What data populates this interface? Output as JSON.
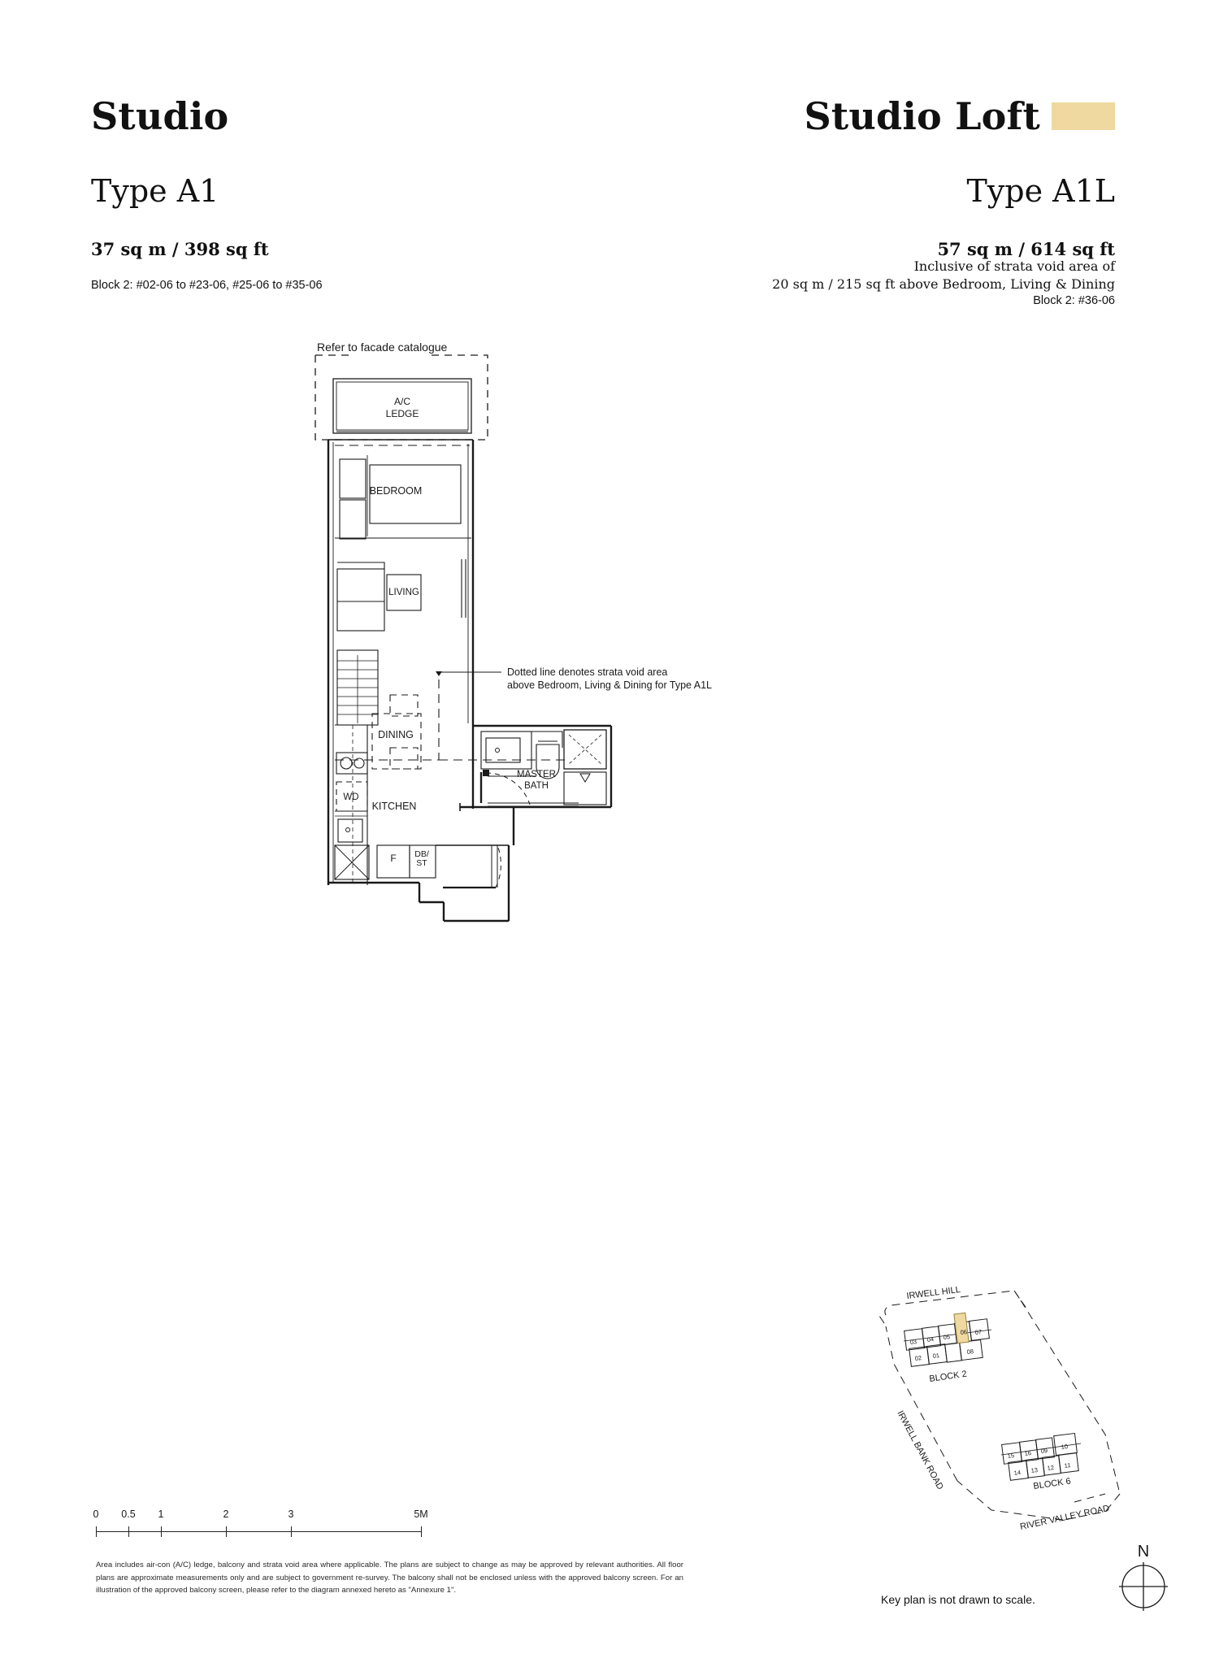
{
  "left_header": {
    "title": "Studio",
    "type": "Type A1",
    "area": "37 sq m / 398 sq ft",
    "block": "Block 2: #02-06 to #23-06, #25-06 to #35-06"
  },
  "right_header": {
    "title": "Studio Loft",
    "type": "Type A1L",
    "area": "57 sq m / 614 sq ft",
    "inclusive_line1": "Inclusive of strata void area of",
    "inclusive_line2": "20 sq m / 215 sq ft above Bedroom, Living & Dining",
    "block": "Block 2: #36-06",
    "swatch_color": "#efd9a0"
  },
  "floorplan": {
    "facade_note": "Refer to facade catalogue",
    "rooms": {
      "ac_ledge_line1": "A/C",
      "ac_ledge_line2": "LEDGE",
      "bedroom": "BEDROOM",
      "living": "LIVING",
      "dining": "DINING",
      "kitchen": "KITCHEN",
      "wd": "WD",
      "fridge": "F",
      "db_st_line1": "DB/",
      "db_st_line2": "ST",
      "master_bath_line1": "MASTER",
      "master_bath_line2": "BATH"
    },
    "callout_line1": "Dotted line denotes strata void area",
    "callout_line2": "above Bedroom, Living & Dining for Type A1L"
  },
  "scale_bar": {
    "ticks": [
      {
        "label": "0",
        "pos": 0
      },
      {
        "label": "0.5",
        "pos": 10
      },
      {
        "label": "1",
        "pos": 20
      },
      {
        "label": "2",
        "pos": 40
      },
      {
        "label": "3",
        "pos": 60
      },
      {
        "label": "5M",
        "pos": 100
      }
    ]
  },
  "footnote": "Area includes air-con (A/C) ledge, balcony and strata void area where applicable. The plans are subject to change as may be approved by relevant authorities. All floor plans are approximate measurements only and are subject to government re-survey. The balcony shall not be enclosed unless with the approved balcony screen. For an illustration of the approved balcony screen, please refer to the diagram annexed hereto as \"Annexure 1\".",
  "key_plan": {
    "roads": [
      "IRWELL HILL",
      "IRWELL BANK ROAD",
      "RIVER VALLEY ROAD"
    ],
    "block2_label": "BLOCK 2",
    "block6_label": "BLOCK 6",
    "block2_units": [
      "03",
      "04",
      "05",
      "06",
      "07",
      "02",
      "01",
      "08"
    ],
    "block6_units": [
      "15",
      "16",
      "09",
      "10",
      "14",
      "13",
      "12",
      "11"
    ],
    "highlight_unit": "06",
    "highlight_color": "#efd9a0",
    "north_label": "N",
    "note": "Key plan is not drawn to scale."
  }
}
